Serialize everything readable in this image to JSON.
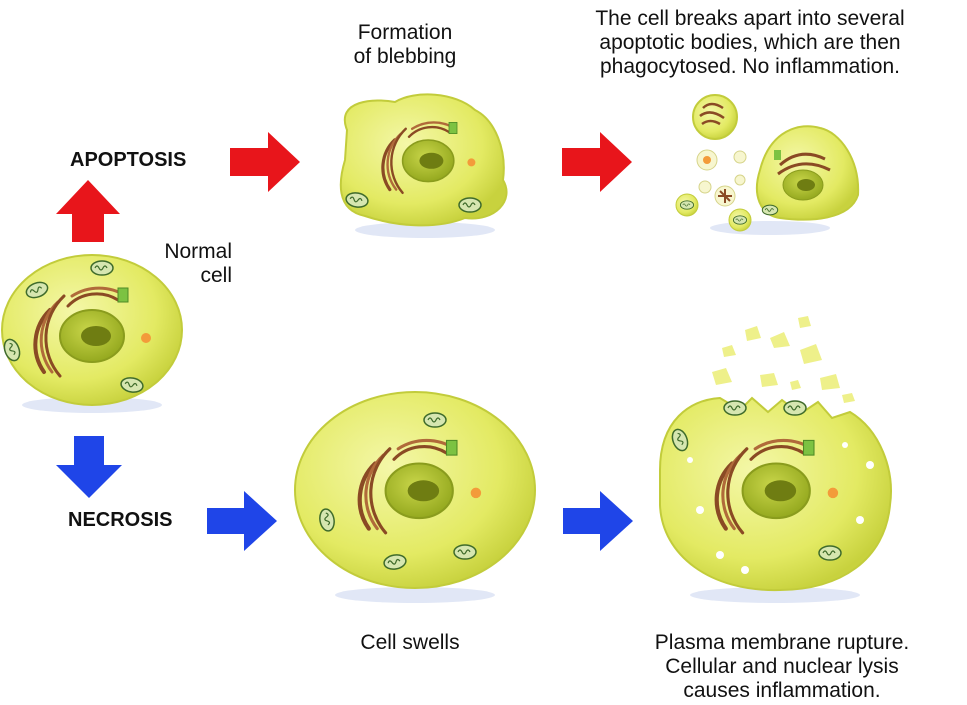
{
  "labels": {
    "apoptosis": "APOPTOSIS",
    "necrosis": "NECROSIS",
    "normal_cell": "Normal\ncell",
    "blebbing": "Formation\nof blebbing",
    "apoptotic_bodies": "The cell breaks apart into several\napoptotic bodies, which are then\nphagocytosed.  No inflammation.",
    "cell_swells": "Cell swells",
    "rupture": "Plasma membrane rupture.\nCellular and nuclear lysis\ncauses inflammation."
  },
  "colors": {
    "apoptosis_arrow": "#e8151b",
    "necrosis_arrow": "#1f45e8",
    "cell_fill": "#e6ec6a",
    "cell_outline": "#b9c23a",
    "nucleus": "#a6b62a",
    "nucleolus": "#6f7d12",
    "er": "#8a4a24"
  }
}
